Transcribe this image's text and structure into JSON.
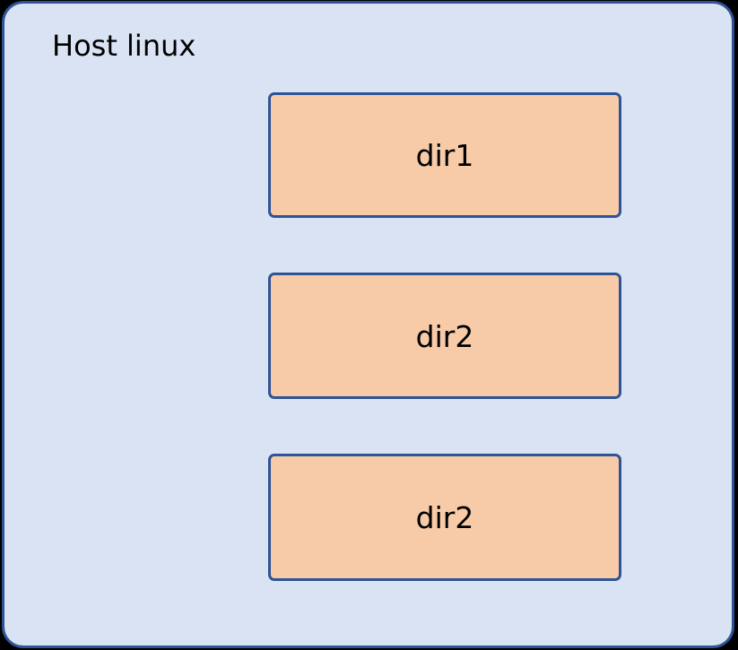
{
  "diagram": {
    "type": "nested-container-diagram",
    "background_color": "#000000",
    "host": {
      "title": "Host linux",
      "fill_color": "#DAE3F3",
      "border_color": "#2E5396",
      "corner_radius": 24
    },
    "boxes": [
      {
        "label": "dir1",
        "fill_color": "#F8CBA8",
        "border_color": "#2E5396"
      },
      {
        "label": "dir2",
        "fill_color": "#F8CBA8",
        "border_color": "#2E5396"
      },
      {
        "label": "dir2",
        "fill_color": "#F8CBA8",
        "border_color": "#2E5396"
      }
    ]
  }
}
